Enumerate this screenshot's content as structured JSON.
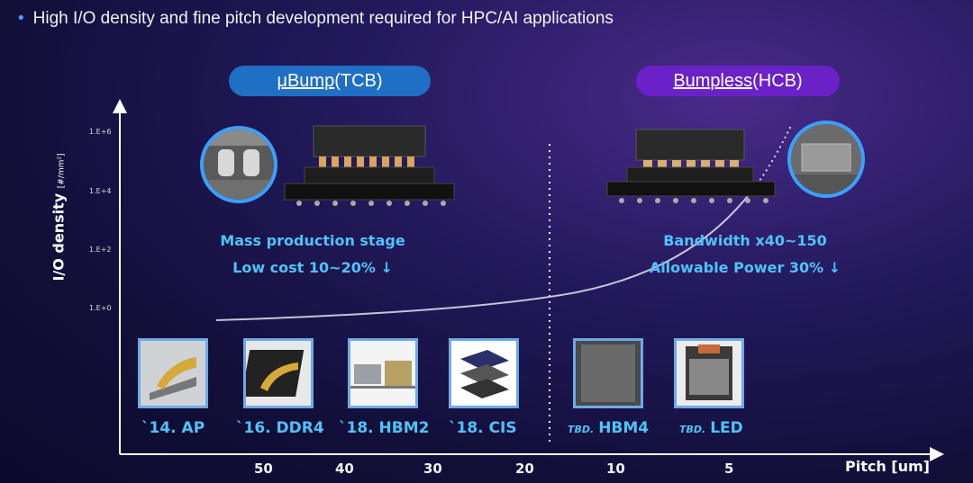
{
  "headline": "High I/O density and fine pitch development required for HPC/AI applications",
  "ubump_pill": {
    "mu": "μ",
    "rest": "Bump",
    "suffix": "(TCB)"
  },
  "bumpless_pill": {
    "main": "Bumpless",
    "suffix": "(HCB)"
  },
  "y_axis": {
    "title": "I/O density",
    "unit": "[#/mm²]",
    "ticks": [
      "1.E+6",
      "1.E+4",
      "1.E+2",
      "1.E+0"
    ]
  },
  "x_axis": {
    "title": "Pitch [um]",
    "ticks": [
      "50",
      "40",
      "30",
      "20",
      "10",
      "5"
    ]
  },
  "left_notes": {
    "line1": "Mass production stage",
    "line2": "Low cost 10~20% ↓"
  },
  "right_notes": {
    "line1": "Bandwidth x40~150",
    "line2": "Allowable Power 30% ↓"
  },
  "products": [
    {
      "year": "`14.",
      "name": "AP",
      "icon": "ap-chip-icon"
    },
    {
      "year": "`16.",
      "name": "DDR4",
      "icon": "ddr4-chip-icon"
    },
    {
      "year": "`18.",
      "name": "HBM2",
      "icon": "hbm2-module-icon"
    },
    {
      "year": "`18.",
      "name": "CIS",
      "icon": "cis-stack-icon"
    },
    {
      "year": "TBD.",
      "name": "HBM4",
      "icon": "hbm4-die-icon"
    },
    {
      "year": "TBD.",
      "name": "LED",
      "icon": "led-icon"
    }
  ],
  "colors": {
    "accent_cyan": "#4fc3f7",
    "pill_blue": "#1f6fc4",
    "pill_purple": "#6a22c8"
  }
}
